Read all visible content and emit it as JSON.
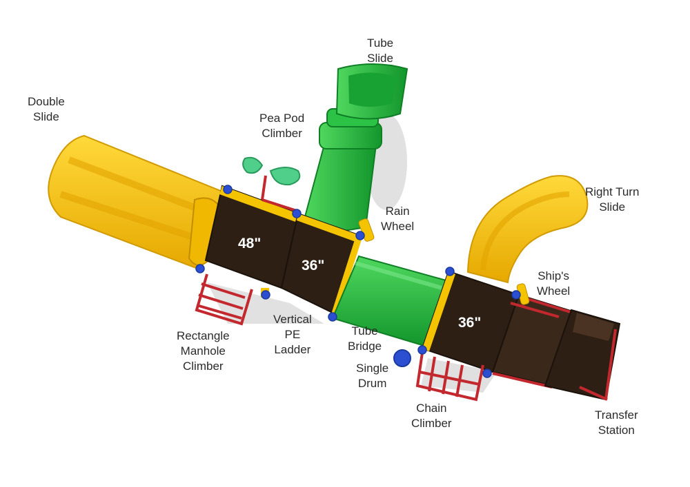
{
  "labels": {
    "tube_slide": [
      "Tube",
      "Slide"
    ],
    "double_slide": [
      "Double",
      "Slide"
    ],
    "pea_pod_climber": [
      "Pea Pod",
      "Climber"
    ],
    "rain_wheel": [
      "Rain",
      "Wheel"
    ],
    "right_turn_slide": [
      "Right Turn",
      "Slide"
    ],
    "ships_wheel": [
      "Ship's",
      "Wheel"
    ],
    "rectangle_manhole_climber": [
      "Rectangle",
      "Manhole",
      "Climber"
    ],
    "vertical_pe_ladder": [
      "Vertical",
      "PE",
      "Ladder"
    ],
    "tube_bridge": [
      "Tube",
      "Bridge"
    ],
    "single_drum": [
      "Single",
      "Drum"
    ],
    "chain_climber": [
      "Chain",
      "Climber"
    ],
    "transfer_station": [
      "Transfer",
      "Station"
    ]
  },
  "platforms": [
    {
      "height": "48\""
    },
    {
      "height": "36\""
    },
    {
      "height": "36\""
    }
  ],
  "colors": {
    "slide_yellow": "#f5c400",
    "tube_green": "#1fb53a",
    "deck_brown": "#2e1f14",
    "rail_red": "#c2282e",
    "clamp_blue": "#2b4fd0"
  }
}
